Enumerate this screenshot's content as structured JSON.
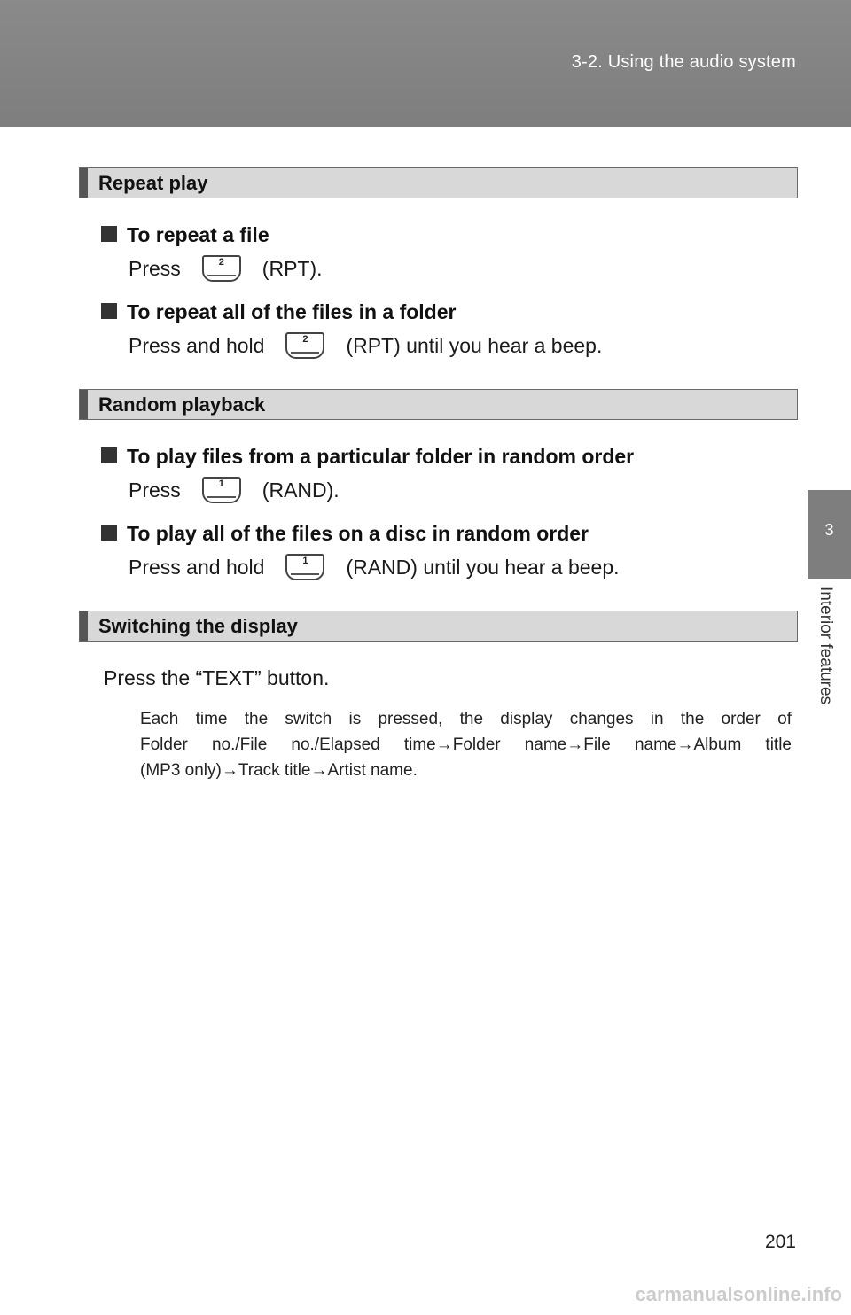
{
  "header": {
    "section": "3-2. Using the audio system"
  },
  "side_tab": {
    "chapter_number": "3",
    "chapter_label": "Interior features"
  },
  "sections": [
    {
      "title": "Repeat play",
      "items": [
        {
          "heading": "To repeat a file",
          "before": "Press",
          "button": "2",
          "after": "(RPT)."
        },
        {
          "heading": "To repeat all of the files in a folder",
          "before": "Press and hold",
          "button": "2",
          "after": "(RPT) until you hear a beep."
        }
      ]
    },
    {
      "title": "Random playback",
      "items": [
        {
          "heading": "To play files from a particular folder in random order",
          "before": "Press",
          "button": "1",
          "after": "(RAND)."
        },
        {
          "heading": "To play all of the files on a disc in random order",
          "before": "Press and hold",
          "button": "1",
          "after": "(RAND) until you hear a beep."
        }
      ]
    },
    {
      "title": "Switching the display",
      "instruction": "Press the “TEXT” button.",
      "note_lines": [
        "Each time the switch is pressed, the display changes in the order of",
        "Folder no./File no./Elapsed time→Folder name→File name→Album title",
        "(MP3 only)→Track title→Artist name."
      ]
    }
  ],
  "page_number": "201",
  "watermark": "carmanualsonline.info"
}
